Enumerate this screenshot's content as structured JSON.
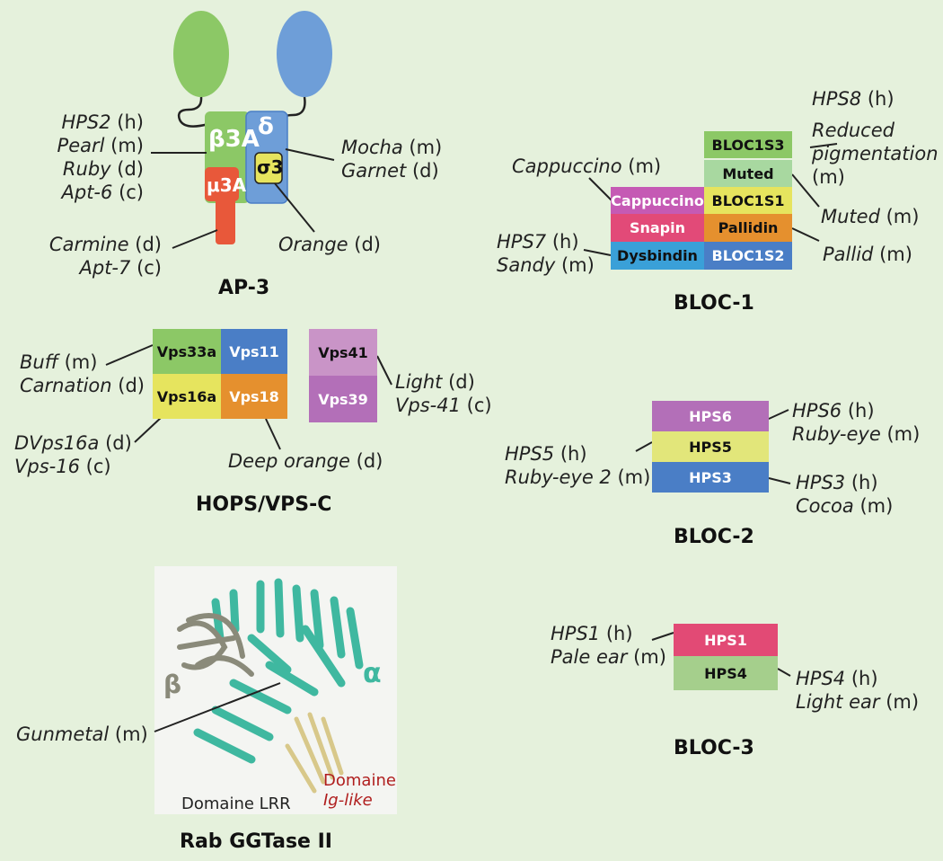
{
  "ap3": {
    "title": "AP-3",
    "subunit_beta": "β3A",
    "subunit_delta": "δ",
    "subunit_mu": "μ3A",
    "subunit_sigma": "σ3",
    "beta_labels": [
      {
        "name": "HPS2",
        "org": "(h)"
      },
      {
        "name": "Pearl",
        "org": "(m)"
      },
      {
        "name": "Ruby",
        "org": "(d)"
      },
      {
        "name": "Apt-6",
        "org": "(c)"
      }
    ],
    "delta_labels": [
      {
        "name": "Mocha",
        "org": "(m)"
      },
      {
        "name": "Garnet",
        "org": "(d)"
      }
    ],
    "mu_labels": [
      {
        "name": "Carmine",
        "org": "(d)"
      },
      {
        "name": "Apt-7",
        "org": "(c)"
      }
    ],
    "sigma_labels": [
      {
        "name": "Orange",
        "org": "(d)"
      }
    ]
  },
  "bloc1": {
    "title": "BLOC-1",
    "boxes": {
      "bloc1s3": "BLOC1S3",
      "muted": "Muted",
      "cappuccino": "Cappuccino",
      "bloc1s1": "BLOC1S1",
      "snapin": "Snapin",
      "pallidin": "Pallidin",
      "dysbindin": "Dysbindin",
      "bloc1s2": "BLOC1S2"
    },
    "hps8_name": "HPS8",
    "hps8_org": "(h)",
    "reduced_line1": "Reduced",
    "reduced_line2": "pigmentation",
    "reduced_org": "(m)",
    "cappuccino_name": "Cappuccino",
    "cappuccino_org": "(m)",
    "muted_name": "Muted",
    "muted_org": "(m)",
    "hps7_name": "HPS7",
    "hps7_org": "(h)",
    "sandy_name": "Sandy",
    "sandy_org": "(m)",
    "pallid_name": "Pallid",
    "pallid_org": "(m)"
  },
  "hops": {
    "title": "HOPS/VPS-C",
    "boxes": {
      "vps33a": "Vps33a",
      "vps11": "Vps11",
      "vps16a": "Vps16a",
      "vps18": "Vps18",
      "vps41": "Vps41",
      "vps39": "Vps39"
    },
    "buff_name": "Buff",
    "buff_org": "(m)",
    "carnation_name": "Carnation",
    "carnation_org": "(d)",
    "dvps_name": "DVps16a",
    "dvps_org": "(d)",
    "vps16_name": "Vps-16",
    "vps16_org": "(c)",
    "deep_name": "Deep orange",
    "deep_org": "(d)",
    "light_name": "Light",
    "light_org": "(d)",
    "vps41c_name": "Vps-41",
    "vps41c_org": "(c)"
  },
  "bloc2": {
    "title": "BLOC-2",
    "boxes": {
      "hps6": "HPS6",
      "hps5": "HPS5",
      "hps3": "HPS3"
    },
    "hps6_name": "HPS6",
    "hps6_org": "(h)",
    "rubyeye_name": "Ruby-eye",
    "rubyeye_org": "(m)",
    "hps5_name": "HPS5",
    "hps5_org": "(h)",
    "rubyeye2_name": "Ruby-eye 2",
    "rubyeye2_org": "(m)",
    "hps3_name": "HPS3",
    "hps3_org": "(h)",
    "cocoa_name": "Cocoa",
    "cocoa_org": "(m)"
  },
  "bloc3": {
    "title": "BLOC-3",
    "boxes": {
      "hps1": "HPS1",
      "hps4": "HPS4"
    },
    "hps1_name": "HPS1",
    "hps1_org": "(h)",
    "paleear_name": "Pale ear",
    "paleear_org": "(m)",
    "hps4_name": "HPS4",
    "hps4_org": "(h)",
    "lightear_name": "Light ear",
    "lightear_org": "(m)"
  },
  "rab": {
    "title": "Rab GGTase II",
    "beta": "β",
    "alpha": "α",
    "gunmetal_name": "Gunmetal",
    "gunmetal_org": "(m)",
    "lrr": "Domaine LRR",
    "ig_line1": "Domaine",
    "ig_line2": "Ig-like"
  },
  "colors": {
    "background": "#e5f1dc",
    "green": "#8cc866",
    "blue": "#6e9ed8",
    "red": "#e8583a",
    "yellow": "#e6e45e",
    "magenta": "#c55ab4",
    "pink": "#e24a78",
    "cyan": "#3aa0d8",
    "orange": "#e5902e",
    "lightgreen": "#a8d8a0",
    "lavender": "#c994c7",
    "purple": "#b36fb8",
    "darkblue": "#4a7ec6",
    "paleyellow": "#e2e67a",
    "sagegreen": "#a5cf8c",
    "crimson": "#e24a75",
    "teal": "#3fb8a0",
    "darkred": "#b01e1e"
  }
}
